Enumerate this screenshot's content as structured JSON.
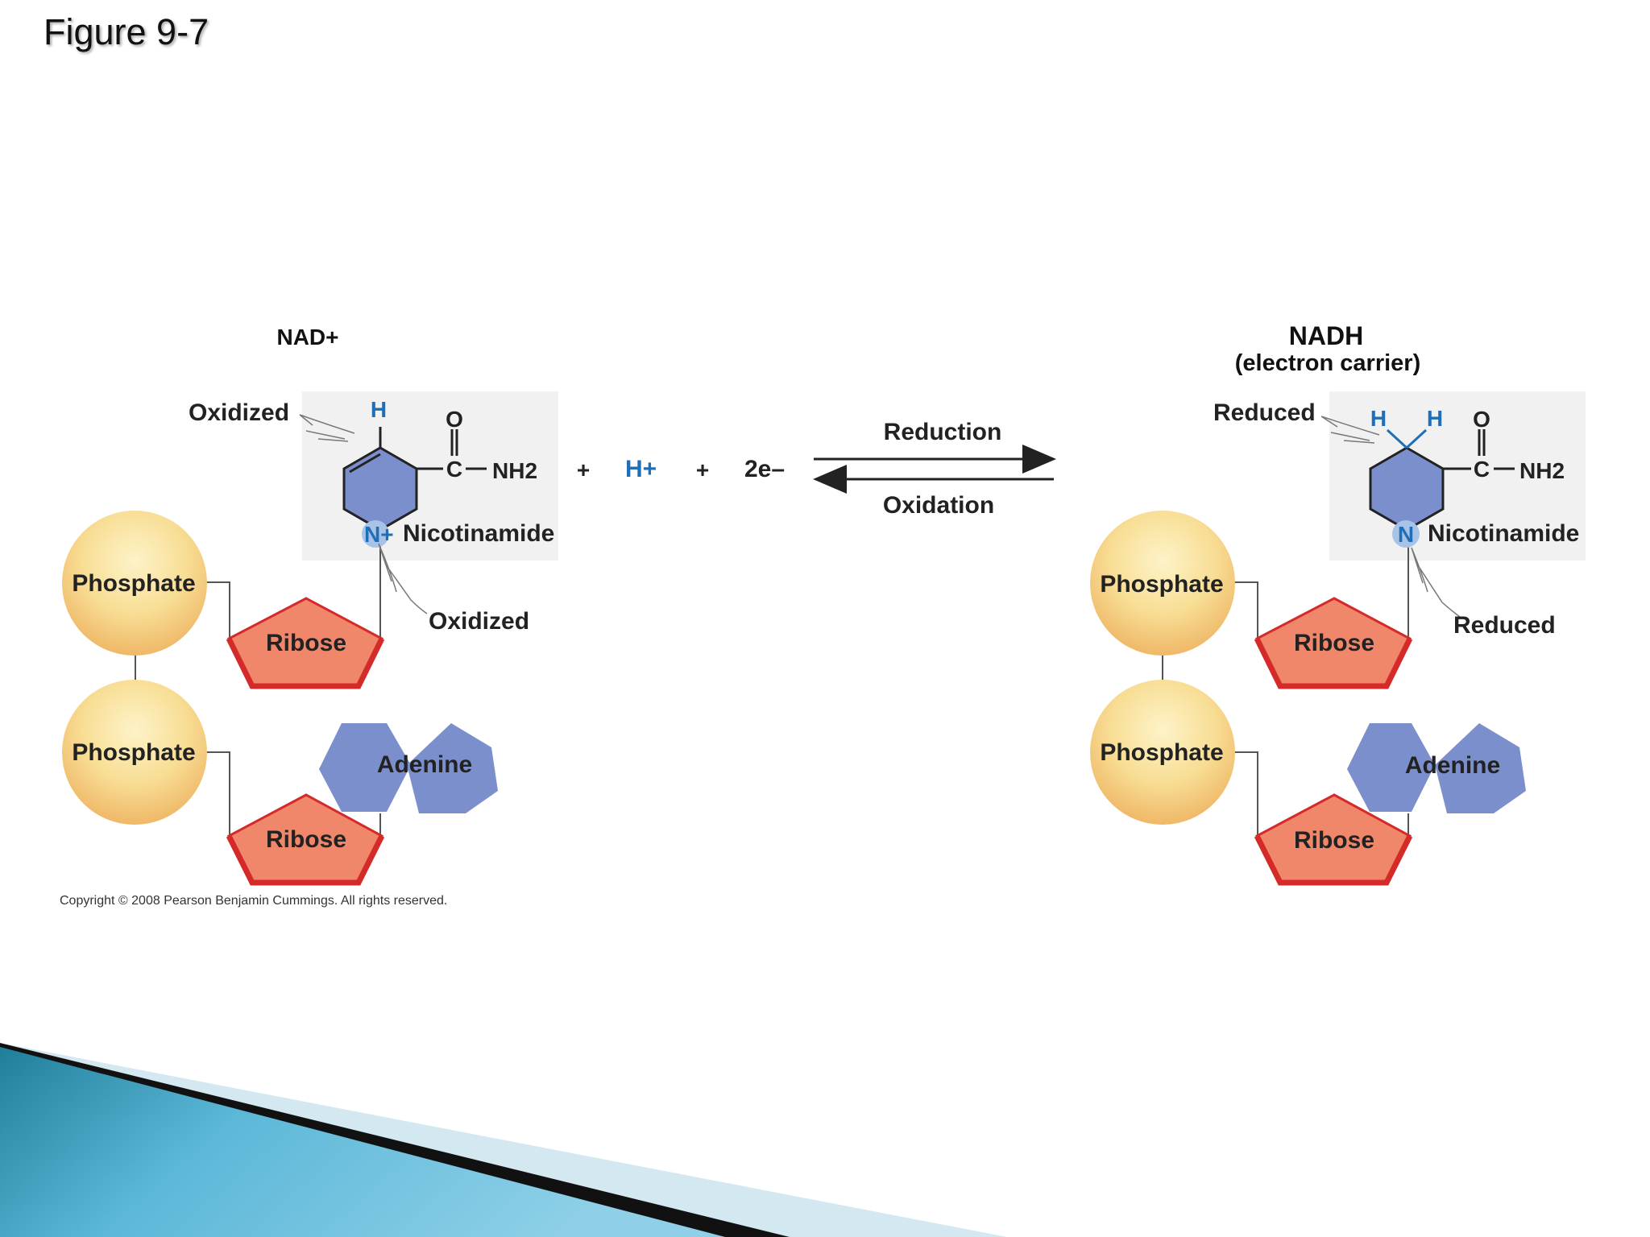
{
  "slide": {
    "title": "Figure 9-7",
    "copyright": "Copyright © 2008 Pearson Benjamin Cummings. All rights reserved."
  },
  "nad": {
    "title": "NAD+",
    "oxidized_top": "Oxidized",
    "oxidized_bottom": "Oxidized",
    "nicotinamide": "Nicotinamide",
    "phosphate_1": "Phosphate",
    "phosphate_2": "Phosphate",
    "ribose_1": "Ribose",
    "ribose_2": "Ribose",
    "adenine": "Adenine",
    "atom_h": "H",
    "atom_o": "O",
    "atom_c": "C",
    "atom_nh2": "NH2",
    "atom_n": "N+"
  },
  "nadh": {
    "title": "NADH",
    "subtitle": "(electron carrier)",
    "reduced_top": "Reduced",
    "reduced_bottom": "Reduced",
    "nicotinamide": "Nicotinamide",
    "phosphate_1": "Phosphate",
    "phosphate_2": "Phosphate",
    "ribose_1": "Ribose",
    "ribose_2": "Ribose",
    "adenine": "Adenine",
    "atom_h1": "H",
    "atom_h2": "H",
    "atom_o": "O",
    "atom_c": "C",
    "atom_nh2": "NH2",
    "atom_n": "N"
  },
  "reaction": {
    "plus_1": "+",
    "proton": "H+",
    "plus_2": "+",
    "electrons": "2e–",
    "forward_label": "Reduction",
    "reverse_label": "Oxidation"
  },
  "colors": {
    "blue_ring": "#7b8fcc",
    "ribose_fill": "#f0866a",
    "ribose_edge": "#d42a2a",
    "phosphate": "#f7d78a",
    "atom_blue": "#1f6fb8",
    "box_bg": "#f1f1f1"
  }
}
